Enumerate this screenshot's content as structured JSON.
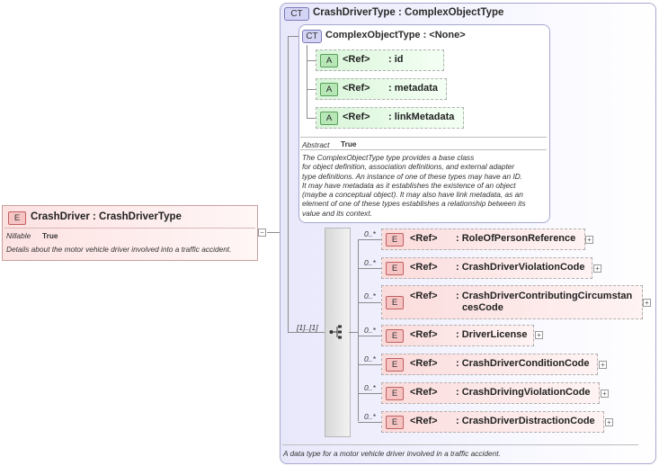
{
  "root": {
    "badge": "E",
    "title": "CrashDriver : CrashDriverType",
    "nillable_label": "Nillable",
    "nillable_value": "True",
    "description": "Details about the motor vehicle driver involved into a traffic accident."
  },
  "type": {
    "badge": "CT",
    "title": "CrashDriverType : ComplexObjectType",
    "description": "A data type for a motor vehicle driver involved in a traffic accident."
  },
  "base": {
    "badge": "CT",
    "title": "ComplexObjectType : <None>",
    "attributes": [
      {
        "badge": "A",
        "ref": "<Ref>",
        "name": ": id"
      },
      {
        "badge": "A",
        "ref": "<Ref>",
        "name": ": metadata"
      },
      {
        "badge": "A",
        "ref": "<Ref>",
        "name": ": linkMetadata"
      }
    ],
    "abstract_label": "Abstract",
    "abstract_value": "True",
    "description_lines": [
      "The ComplexObjectType type provides a base class",
      "for object definition, association definitions, and external adapter",
      "type definitions. An instance of one of these types may have an ID.",
      "It may have metadata as it establishes the existence of an object",
      "(maybe a conceptual object). It may also have link metadata, as an",
      "element of one of these types establishes a relationship between its",
      "value and its context."
    ]
  },
  "sequence": {
    "multiplicity": "[1]..[1]",
    "icon": "sequence-icon"
  },
  "elements": [
    {
      "mult": "0..*",
      "badge": "E",
      "ref": "<Ref>",
      "name": ": RoleOfPersonReference",
      "expand": "+"
    },
    {
      "mult": "0..*",
      "badge": "E",
      "ref": "<Ref>",
      "name": ": CrashDriverViolationCode",
      "expand": "+"
    },
    {
      "mult": "0..*",
      "badge": "E",
      "ref": "<Ref>",
      "name_line1": ": CrashDriverContributingCircumstan",
      "name_line2": "cesCode",
      "expand": "+"
    },
    {
      "mult": "0..*",
      "badge": "E",
      "ref": "<Ref>",
      "name": ": DriverLicense",
      "expand": "+"
    },
    {
      "mult": "0..*",
      "badge": "E",
      "ref": "<Ref>",
      "name": ": CrashDriverConditionCode",
      "expand": "+"
    },
    {
      "mult": "0..*",
      "badge": "E",
      "ref": "<Ref>",
      "name": ": CrashDrivingViolationCode",
      "expand": "+"
    },
    {
      "mult": "0..*",
      "badge": "E",
      "ref": "<Ref>",
      "name": ": CrashDriverDistractionCode",
      "expand": "+"
    }
  ],
  "collapse_symbol": "−",
  "colors": {
    "element": "#fbdcdc",
    "attribute": "#d9f5d9",
    "complex_type": "#e8e8fb"
  }
}
